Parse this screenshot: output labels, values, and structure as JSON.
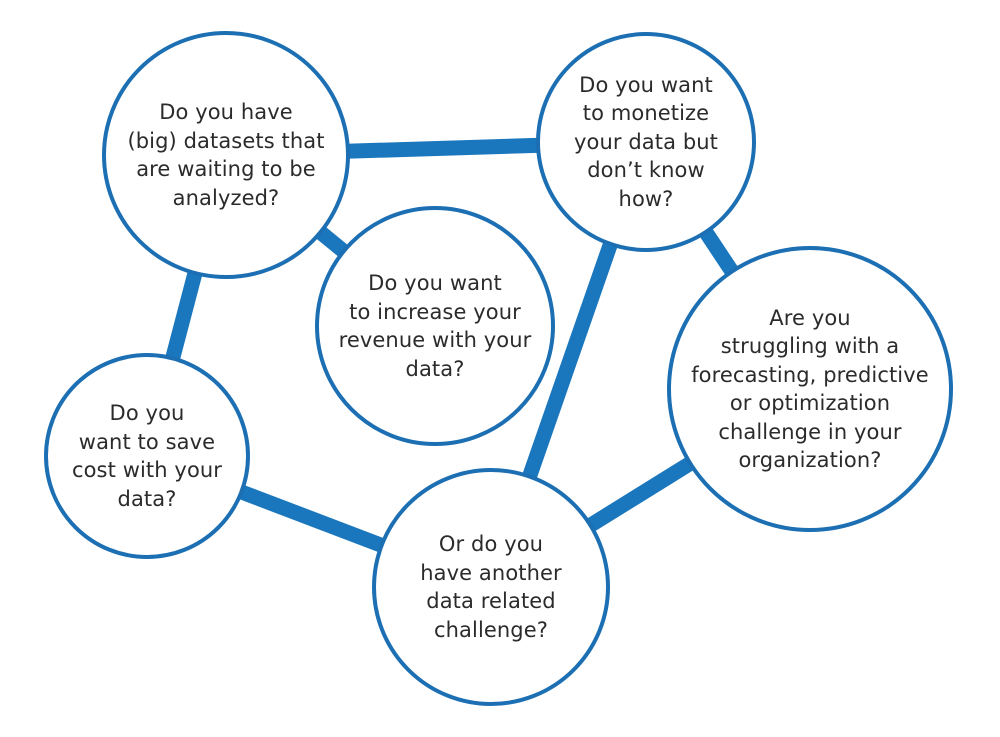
{
  "colors": {
    "accent": "#1a77bd",
    "circle_stroke": "#1c6fb3",
    "connector": "#1a77bd",
    "text": "#2b2b2b",
    "background": "#ffffff"
  },
  "nodes": [
    {
      "id": "datasets",
      "lines": [
        "Do you have",
        "(big) datasets that",
        "are waiting to be",
        "analyzed?"
      ]
    },
    {
      "id": "monetize",
      "lines": [
        "Do you want",
        "to monetize",
        "your data but",
        "don’t know",
        "how?"
      ]
    },
    {
      "id": "revenue",
      "lines": [
        "Do you want",
        "to increase your",
        "revenue with your",
        "data?"
      ]
    },
    {
      "id": "forecasting",
      "lines": [
        "Are you",
        "struggling with a",
        "forecasting, predictive",
        "or optimization",
        "challenge in your",
        "organization?"
      ]
    },
    {
      "id": "save-cost",
      "lines": [
        "Do you",
        "want to save",
        "cost with your",
        "data?"
      ]
    },
    {
      "id": "other",
      "lines": [
        "Or do you",
        "have another",
        "data related",
        "challenge?"
      ]
    }
  ],
  "connectors": [
    {
      "from": "datasets",
      "to": "monetize"
    },
    {
      "from": "datasets",
      "to": "revenue"
    },
    {
      "from": "datasets",
      "to": "save-cost"
    },
    {
      "from": "monetize",
      "to": "forecasting"
    },
    {
      "from": "monetize",
      "to": "other"
    },
    {
      "from": "save-cost",
      "to": "other"
    },
    {
      "from": "forecasting",
      "to": "other"
    }
  ]
}
